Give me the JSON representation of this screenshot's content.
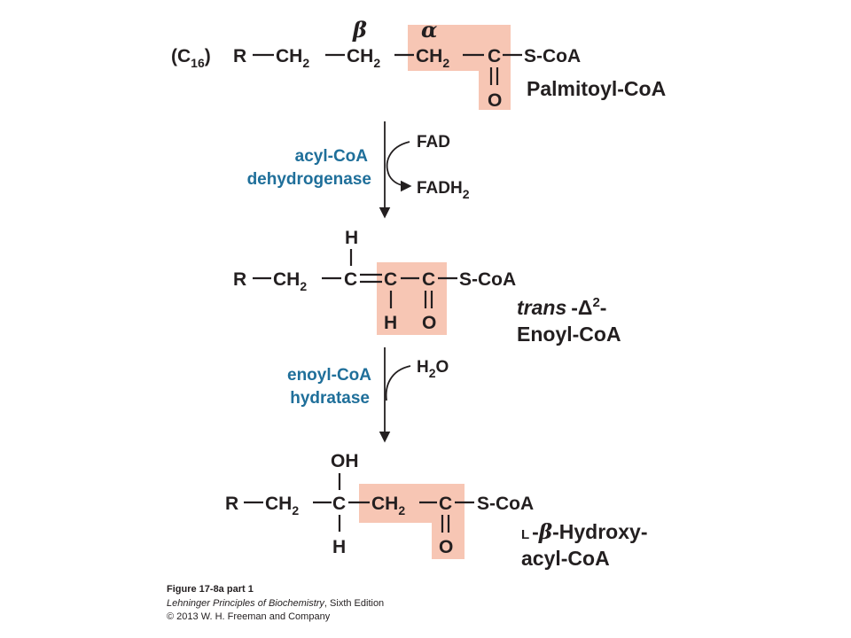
{
  "compound1": {
    "chain_label": "(C",
    "chain_label_sub": "16",
    "chain_label_close": ")",
    "r": "R",
    "ch": "CH",
    "sub2": "2",
    "c": "C",
    "o": "O",
    "scoa": "S-CoA",
    "beta": "β",
    "alpha": "α",
    "name": "Palmitoyl-CoA"
  },
  "step1": {
    "enzyme_line1": "acyl-CoA",
    "enzyme_line2": "dehydrogenase",
    "cofactor_in": "FAD",
    "cofactor_out": "FADH",
    "cofactor_out_sub": "2"
  },
  "compound2": {
    "r": "R",
    "ch": "CH",
    "sub2": "2",
    "c": "C",
    "h": "H",
    "o": "O",
    "scoa": "S-CoA",
    "name_prefix": "trans",
    "name_dash": "-Δ",
    "name_sup": "2",
    "name_tail": "-",
    "name_line2": "Enoyl-CoA"
  },
  "step2": {
    "enzyme_line1": "enoyl-CoA",
    "enzyme_line2": "hydratase",
    "cofactor_h": "H",
    "cofactor_sub": "2",
    "cofactor_o": "O"
  },
  "compound3": {
    "r": "R",
    "ch": "CH",
    "sub2": "2",
    "c": "C",
    "oh": "OH",
    "h": "H",
    "o": "O",
    "scoa": "S-CoA",
    "name_prefix": "L",
    "name_dash": "-",
    "name_beta": "β",
    "name_line1": "-Hydroxy-",
    "name_line2": "acyl-CoA"
  },
  "caption": {
    "figure": "Figure 17-8a part 1",
    "book": "Lehninger Principles of Biochemistry",
    "edition": ", Sixth Edition",
    "copyright": "© 2013 W. H. Freeman and Company"
  },
  "colors": {
    "highlight": "#f7c6b4",
    "enzyme_text": "#1f6f9a",
    "ink": "#231f20"
  }
}
